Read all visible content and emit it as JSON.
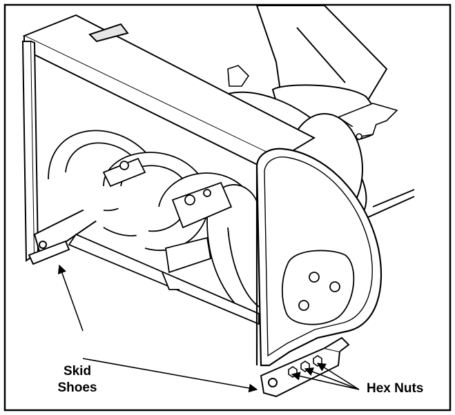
{
  "figure": {
    "callouts": {
      "skid_shoes_line1": "Skid",
      "skid_shoes_line2": "Shoes",
      "hex_nuts": "Hex Nuts"
    },
    "colors": {
      "ink": "#000000",
      "paper": "#ffffff",
      "shade": "#e6e6e6"
    }
  }
}
